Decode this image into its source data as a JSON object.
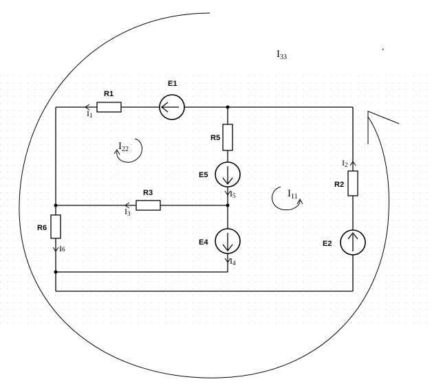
{
  "elements": {
    "R1": "R1",
    "R2": "R2",
    "R3": "R3",
    "R5": "R5",
    "R6": "R6",
    "E1": "E1",
    "E2": "E2",
    "E4": "E4",
    "E5": "E5"
  },
  "currents": {
    "I1": {
      "main": "I",
      "sub": "1"
    },
    "I2": {
      "main": "I",
      "sub": "2"
    },
    "I3": {
      "main": "I",
      "sub": "3"
    },
    "I4": {
      "main": "I",
      "sub": "4"
    },
    "I5": {
      "main": "I",
      "sub": "5"
    },
    "I6": {
      "main": "I",
      "sub": "6"
    }
  },
  "loops": {
    "I11": {
      "main": "I",
      "sub": "11"
    },
    "I22": {
      "main": "I",
      "sub": "22"
    },
    "I33": {
      "main": "I",
      "sub": "33"
    }
  },
  "colors": {
    "ink": "#000000",
    "grid_dot": "#c8c8c8",
    "background": "#ffffff"
  }
}
